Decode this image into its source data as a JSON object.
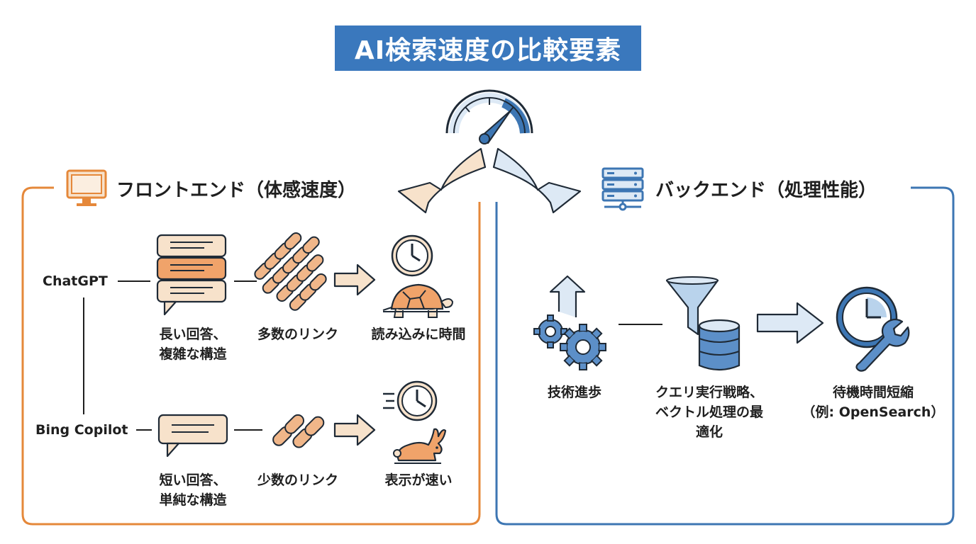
{
  "title": "AI検索速度の比較要素",
  "colors": {
    "accent_blue": "#3a78bd",
    "front_orange": "#e5883a",
    "back_blue": "#3d76b3",
    "light_orange": "#f7e2cb",
    "light_blue": "#dde9f5"
  },
  "frontend": {
    "heading": "フロントエンド（体感速度）",
    "icon": "monitor-icon",
    "rows": [
      {
        "service": "ChatGPT",
        "answer_line1": "長い回答、",
        "answer_line2": "複雑な構造",
        "links": "多数のリンク",
        "result": "読み込みに時間",
        "result_icons": [
          "clock-icon",
          "turtle-icon"
        ]
      },
      {
        "service": "Bing Copilot",
        "answer_line1": "短い回答、",
        "answer_line2": "単純な構造",
        "links": "少数のリンク",
        "result": "表示が速い",
        "result_icons": [
          "clock-icon",
          "rabbit-icon"
        ]
      }
    ]
  },
  "backend": {
    "heading": "バックエンド（処理性能）",
    "icon": "server-icon",
    "steps": [
      {
        "line1": "技術進歩",
        "icon": "gears-icon"
      },
      {
        "line1": "クエリ実行戦略、",
        "line2": "ベクトル処理の最",
        "line3": "適化",
        "icon": "funnel-database-icon"
      },
      {
        "line1": "待機時間短縮",
        "line2": "（例: OpenSearch）",
        "icon": "clock-wrench-icon"
      }
    ]
  }
}
